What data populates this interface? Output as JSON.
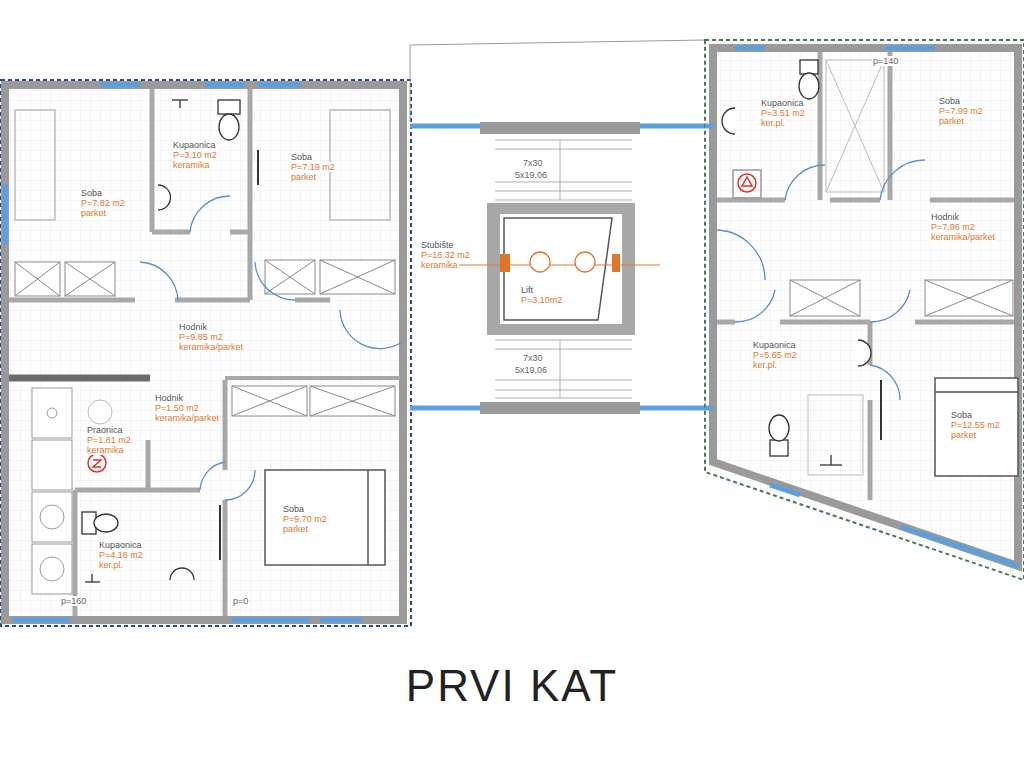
{
  "diagram": {
    "title": "PRVI KAT",
    "nodes": [
      {
        "text": [
          "Soba",
          "P=7.82 m2",
          "parket"
        ]
      },
      {
        "text": [
          "Kupaonica",
          "P=3.10 m2",
          "keramika"
        ]
      },
      {
        "text": [
          "Soba",
          "P=7.19 m2",
          "parket"
        ]
      },
      {
        "text": [
          "Hodnik",
          "P=9.85 m2",
          "keramika/parket"
        ]
      },
      {
        "text": [
          "Hodnik",
          "P=1.50 m2",
          "keramika/parket"
        ]
      },
      {
        "text": [
          "Praonica",
          "P=1.81 m2",
          "keramika"
        ]
      },
      {
        "text": [
          "Kupaonica",
          "P=4.18 m2",
          "ker.pl."
        ]
      },
      {
        "text": [
          "Soba",
          "P=9.70 m2",
          "parket"
        ]
      },
      {
        "text": [
          "Stubište",
          "P=16.32 m2",
          "keramika"
        ]
      },
      {
        "text": [
          "Lift",
          "P=3.10m2"
        ]
      },
      {
        "text": [
          "Kupaonica",
          "P=3.51 m2",
          "ker.pl."
        ]
      },
      {
        "text": [
          "Soba",
          "P=7.99 m2",
          "parket"
        ]
      },
      {
        "text": [
          "Hodnik",
          "P=7.96 m2",
          "keramika/parket"
        ]
      },
      {
        "text": [
          "Kupaonica",
          "P=5.65 m2",
          "ker.pl."
        ]
      },
      {
        "text": [
          "Soba",
          "P=12.55 m2",
          "parket"
        ]
      }
    ],
    "labels": [
      "7x30",
      "5x19,06",
      "7x30",
      "5x19,06",
      "p=160",
      "p=0",
      "p=140"
    ]
  }
}
